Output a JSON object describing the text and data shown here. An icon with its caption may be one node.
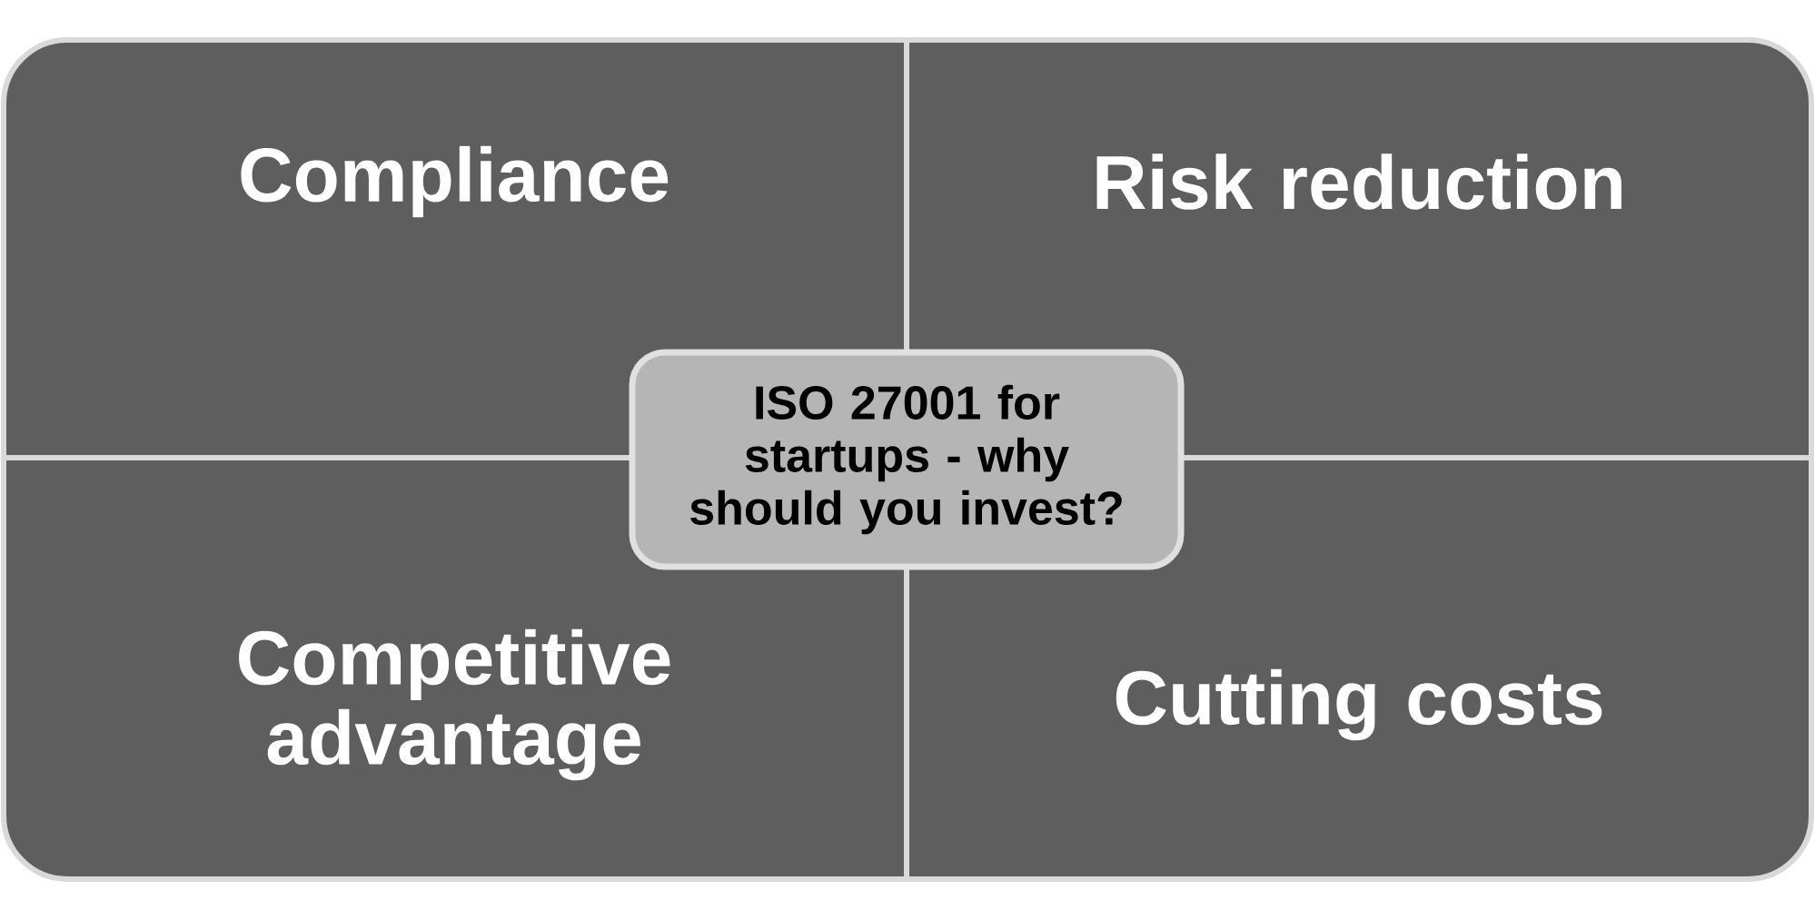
{
  "diagram": {
    "nodes": [
      {
        "text": [
          "Compliance"
        ]
      },
      {
        "text": [
          "Risk reduction"
        ]
      },
      {
        "text": [
          "ISO 27001 for startups - why should you invest?"
        ]
      },
      {
        "text": [
          "Competitive advantage"
        ]
      },
      {
        "text": [
          "Cutting costs"
        ]
      }
    ]
  }
}
